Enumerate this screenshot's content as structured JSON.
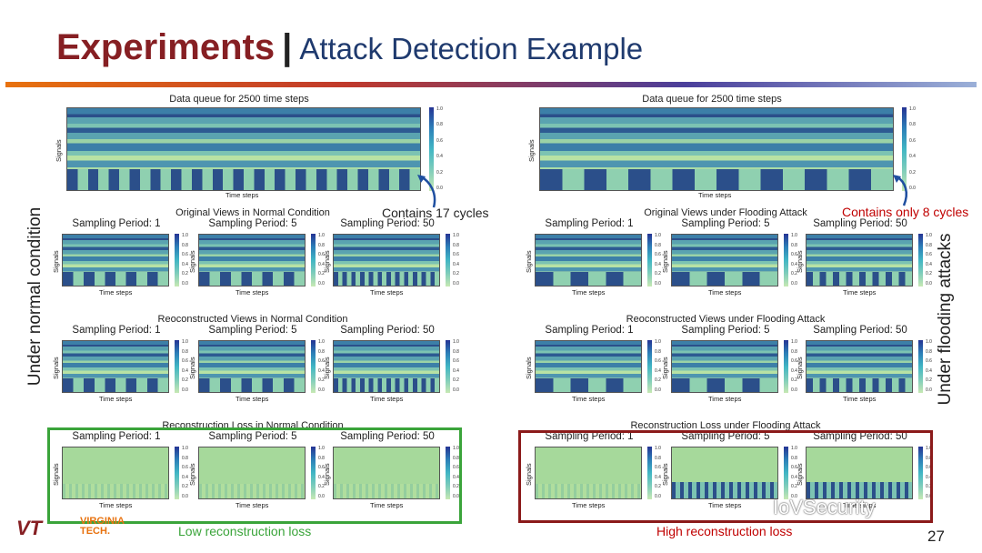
{
  "title": {
    "bold": "Experiments",
    "sep": "|",
    "rest": "Attack Detection Example"
  },
  "side_left": "Under normal condition",
  "side_right": "Under flooding attacks",
  "left": {
    "queue_title": "Data queue for 2500 time steps",
    "queue_note": "Contains 17 cycles",
    "orig_title": "Original Views in Normal Condition",
    "recon_title": "Reoconstructed Views in Normal Condition",
    "loss_title": "Reconstruction Loss in Normal Condition",
    "loss_note": "Low reconstruction loss"
  },
  "right": {
    "queue_title": "Data queue for 2500 time steps",
    "queue_note": "Contains only 8 cycles",
    "orig_title": "Original Views under Flooding Attack",
    "recon_title": "Reoconstructed Views under Flooding Attack",
    "loss_title": "Reconstruction Loss under Flooding Attack",
    "loss_note": "High reconstruction loss"
  },
  "periods": [
    "Sampling Period: 1",
    "Sampling Period: 5",
    "Sampling Period: 50"
  ],
  "axis": {
    "x": "Time steps",
    "y": "Signals"
  },
  "colorbar_ticks": [
    "1.0",
    "0.8",
    "0.6",
    "0.4",
    "0.2",
    "0.0"
  ],
  "logo": {
    "mark": "VT",
    "line1": "VIRGINIA",
    "line2": "TECH."
  },
  "watermark": "IoVSecurity",
  "page": "27",
  "colors": {
    "title_red": "#861f23",
    "title_blue": "#1f3a6e",
    "note_red": "#c00000",
    "green_box": "#3aa43a",
    "red_box": "#8b1a1a",
    "green_text": "#3aa43a"
  }
}
